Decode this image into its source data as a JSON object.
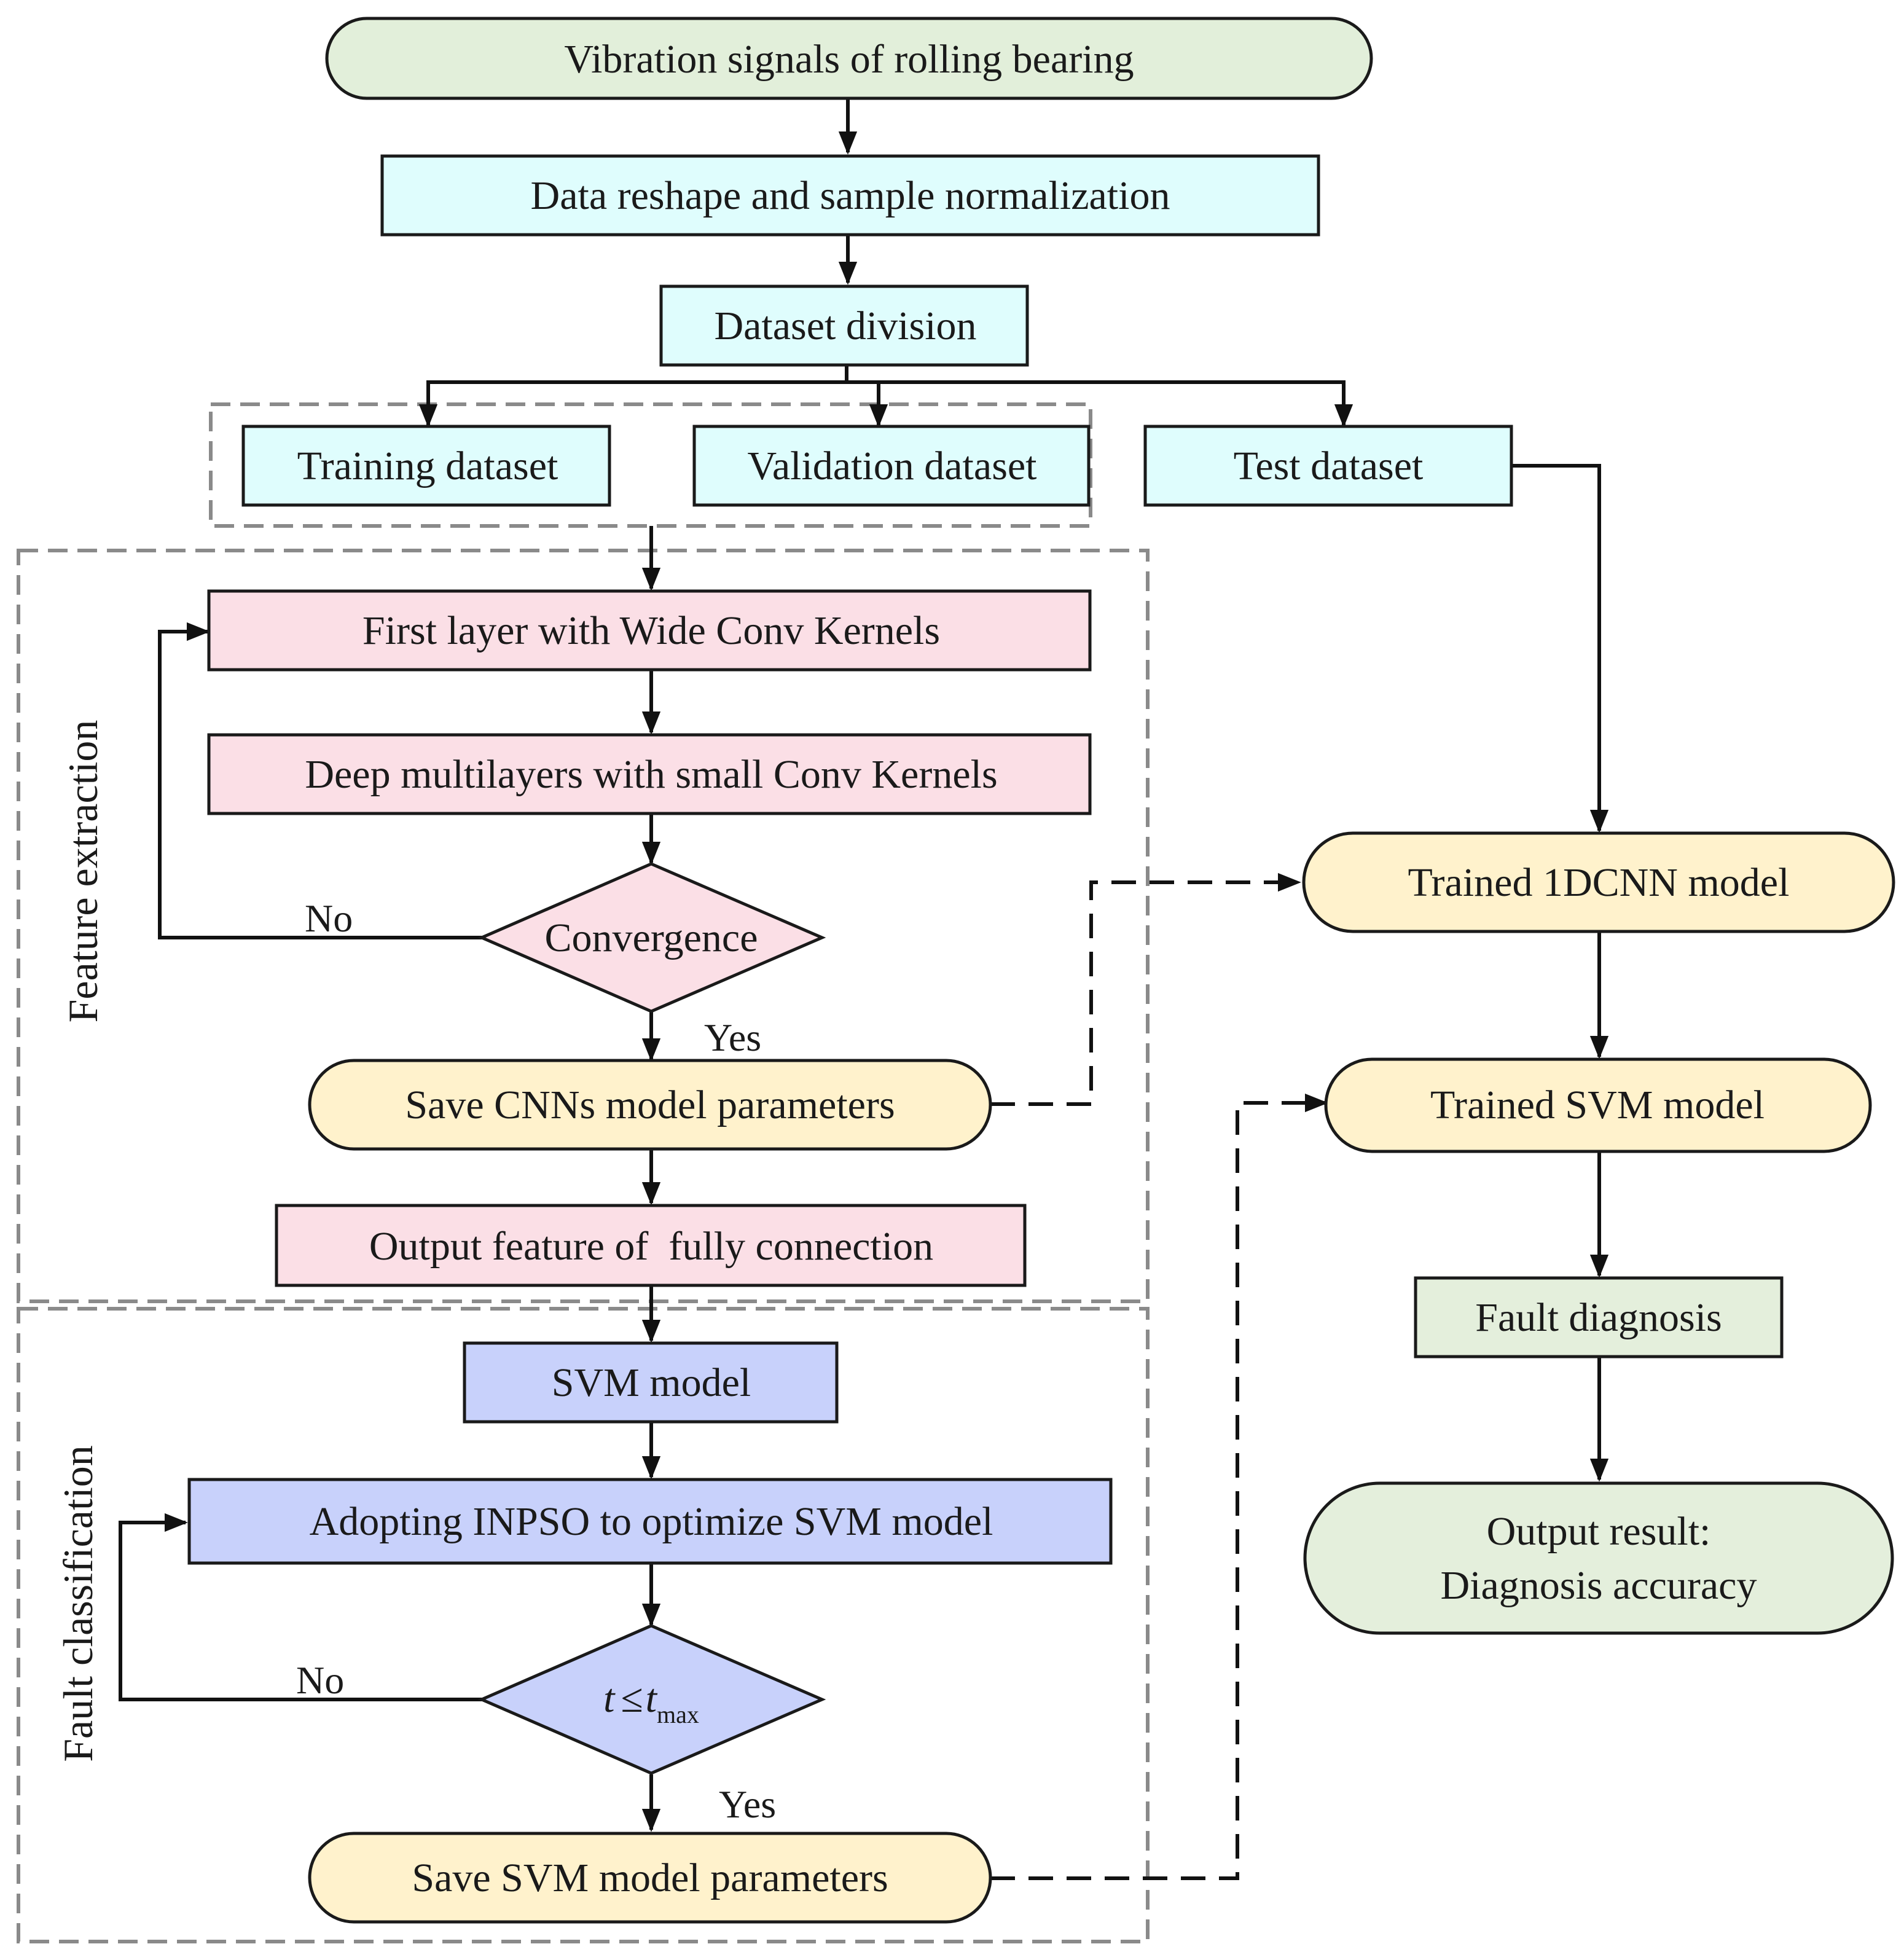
{
  "colors": {
    "green": "#e2efda",
    "cyan": "#dffdfd",
    "pink": "#fbdfe6",
    "yellow": "#fff2cc",
    "blue": "#c8d1fb",
    "green2": "#e4efdc"
  },
  "nodes": {
    "vibration": "Vibration signals of rolling bearing",
    "reshape": "Data reshape and sample normalization",
    "division": "Dataset division",
    "training": "Training dataset",
    "validation": "Validation dataset",
    "test": "Test dataset",
    "first_layer": "First layer with Wide Conv Kernels",
    "deep_layers": "Deep multilayers with small Conv Kernels",
    "convergence": "Convergence",
    "save_cnn": "Save CNNs model parameters",
    "output_feature": "Output feature of  fully connection",
    "svm_model": "SVM model",
    "inpso": "Adopting INPSO to optimize SVM model",
    "cond_t": "t",
    "cond_le": "≤",
    "cond_tmax": "t",
    "cond_sub": "max",
    "save_svm": "Save SVM model parameters",
    "trained_cnn": "Trained 1DCNN model",
    "trained_svm": "Trained SVM model",
    "fault_diagnosis": "Fault diagnosis",
    "output_line1": "Output result:",
    "output_line2": "Diagnosis accuracy"
  },
  "labels": {
    "no1": "No",
    "yes1": "Yes",
    "no2": "No",
    "yes2": "Yes"
  },
  "groups": {
    "feature_extraction": "Feature extraction",
    "fault_classification": "Fault  classification"
  }
}
